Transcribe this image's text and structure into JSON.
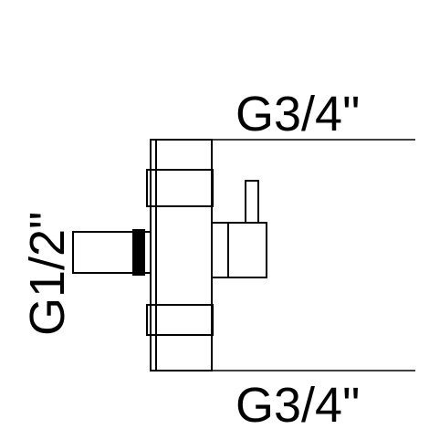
{
  "labels": {
    "top_thread": "G3/4\"",
    "bottom_thread": "G3/4\"",
    "side_thread": "G1/2\""
  },
  "colors": {
    "line": "#000000",
    "background": "#ffffff"
  }
}
